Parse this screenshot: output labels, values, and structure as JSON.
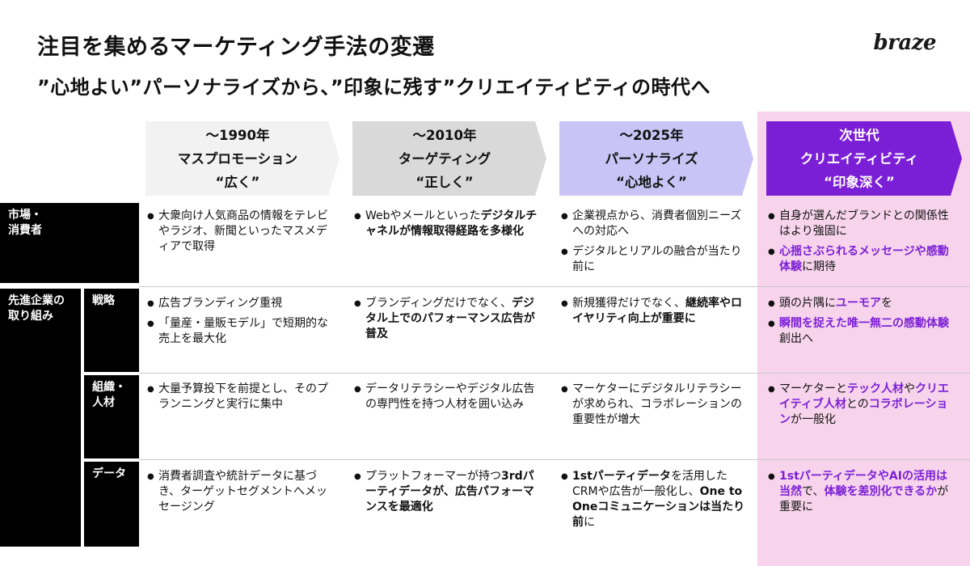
{
  "header": {
    "title": "注目を集めるマーケティング手法の変遷",
    "subtitle": "”心地よい”パーソナライズから、”印象に残す”クリエイティビティの時代へ",
    "logo": "braze"
  },
  "columns": [
    {
      "era": "〜1990年",
      "name": "マスプロモーション",
      "tagline": "“広く”",
      "bg": "#f2f2f2",
      "fg": "#111111"
    },
    {
      "era": "〜2010年",
      "name": "ターゲティング",
      "tagline": "“正しく”",
      "bg": "#d9d9d9",
      "fg": "#111111"
    },
    {
      "era": "〜2025年",
      "name": "パーソナライズ",
      "tagline": "“心地よく”",
      "bg": "#c9c4f5",
      "fg": "#111111"
    },
    {
      "era": "次世代",
      "name": "クリエイティビティ",
      "tagline": "“印象深く”",
      "bg": "#7b1fd6",
      "fg": "#ffffff"
    }
  ],
  "rows": {
    "market": {
      "label_1": "市場・",
      "label_2": "消費者"
    },
    "corp": {
      "label_1": "先進企業の",
      "label_2": "取り組み"
    },
    "strategy": {
      "label": "戦略"
    },
    "org": {
      "label_1": "組織・",
      "label_2": "人材"
    },
    "data": {
      "label": "データ"
    }
  },
  "cells": {
    "market": [
      [
        [
          {
            "t": "大衆向け人気商品の情報をテレビやラジオ、新聞といったマスメディアで取得"
          }
        ]
      ],
      [
        [
          {
            "t": "Webやメールといった"
          },
          {
            "t": "デジタルチャネルが情報取得経路を多様化",
            "b": 1
          }
        ]
      ],
      [
        [
          {
            "t": "企業視点から、消費者個別ニーズへの対応へ"
          }
        ],
        [
          {
            "t": "デジタルとリアルの融合が当たり前に"
          }
        ]
      ],
      [
        [
          {
            "t": "自身が選んだブランドとの関係性はより強固に"
          }
        ],
        [
          {
            "t": "心揺さぶられるメッセージや感動体験",
            "h": 1
          },
          {
            "t": "に期待"
          }
        ]
      ]
    ],
    "strategy": [
      [
        [
          {
            "t": "広告ブランディング重視"
          }
        ],
        [
          {
            "t": "「量産・量販モデル」で短期的な売上を最大化"
          }
        ]
      ],
      [
        [
          {
            "t": "ブランディングだけでなく、"
          },
          {
            "t": "デジタル上でのパフォーマンス広告が普及",
            "b": 1
          }
        ]
      ],
      [
        [
          {
            "t": "新規獲得だけでなく、"
          },
          {
            "t": "継続率やロイヤリティ向上が重要に",
            "b": 1
          }
        ]
      ],
      [
        [
          {
            "t": "頭の片隅に"
          },
          {
            "t": "ユーモア",
            "h": 1
          },
          {
            "t": "を"
          }
        ],
        [
          {
            "t": "瞬間を捉えた唯一無二の感動体験",
            "h": 1
          },
          {
            "t": "創出へ"
          }
        ]
      ]
    ],
    "org": [
      [
        [
          {
            "t": "大量予算投下を前提とし、そのプランニングと実行に集中"
          }
        ]
      ],
      [
        [
          {
            "t": "データリテラシーやデジタル広告の専門性を持つ人材を囲い込み"
          }
        ]
      ],
      [
        [
          {
            "t": "マーケターにデジタルリテラシーが求められ、コラボレーションの重要性が増大"
          }
        ]
      ],
      [
        [
          {
            "t": "マーケターと"
          },
          {
            "t": "テック人材",
            "h": 1
          },
          {
            "t": "や"
          },
          {
            "t": "クリエイティブ人材",
            "h": 1
          },
          {
            "t": "との"
          },
          {
            "t": "コラボレーション",
            "h": 1
          },
          {
            "t": "が一般化"
          }
        ]
      ]
    ],
    "data": [
      [
        [
          {
            "t": "消費者調査や統計データに基づき、ターゲットセグメントへメッセージング"
          }
        ]
      ],
      [
        [
          {
            "t": "プラットフォーマーが持つ"
          },
          {
            "t": "3rdパーティデータが、広告パフォーマンスを最適化",
            "b": 1
          }
        ]
      ],
      [
        [
          {
            "t": "1stパーティデータ",
            "b": 1
          },
          {
            "t": "を活用したCRMや広告が一般化し、"
          },
          {
            "t": "One to Oneコミュニケーションは当たり前",
            "b": 1
          },
          {
            "t": "に"
          }
        ]
      ],
      [
        [
          {
            "t": "1stパーティデータやAIの活用は当然",
            "h": 1
          },
          {
            "t": "で、"
          },
          {
            "t": "体験を差別化できるか",
            "h": 1
          },
          {
            "t": "が重要に"
          }
        ]
      ]
    ]
  }
}
